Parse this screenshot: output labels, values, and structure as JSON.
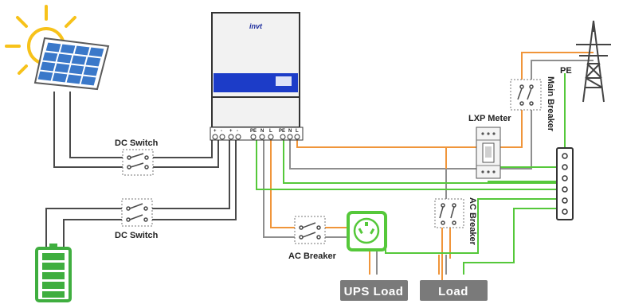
{
  "brand": "invt",
  "colors": {
    "inverter_body": "#f2f2f2",
    "inverter_display": "#1c3cc8",
    "pv_cell": "#3a78c9",
    "sun": "#f7c21a",
    "battery": "#3fae3f",
    "wire_dc": "#4a4a4a",
    "wire_live": "#f0953a",
    "wire_neutral": "#8e8e8e",
    "wire_pe": "#55c83a",
    "load_box": "#7a7a7a"
  },
  "icons": {
    "sun": "sun-icon",
    "solar_panel": "solar-panel-icon",
    "battery": "battery-icon",
    "inverter": "inverter-icon",
    "pylon": "power-pylon-icon",
    "socket": "ups-socket-icon",
    "meter": "meter-icon",
    "ground_bar": "ground-bar-icon"
  },
  "terminals": {
    "dc_pv": [
      "+",
      "-"
    ],
    "dc_bat": [
      "+",
      "-"
    ],
    "ac_out": [
      "PE",
      "N",
      "L"
    ],
    "ac_in": [
      "PE",
      "N",
      "L"
    ]
  },
  "labels": {
    "dc_switch_top": "DC Switch",
    "dc_switch_bottom": "DC Switch",
    "ac_breaker_left": "AC Breaker",
    "ac_breaker_right": "AC Breaker",
    "lxp_meter": "LXP Meter",
    "main_breaker": "Main Breaker",
    "pe": "PE",
    "ups_load": "UPS Load",
    "load": "Load"
  }
}
